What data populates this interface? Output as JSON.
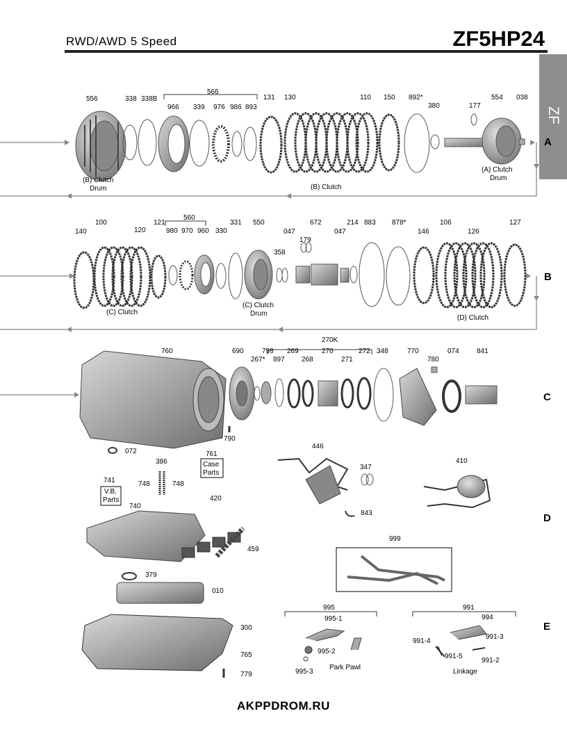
{
  "header": {
    "subtitle": "RWD/AWD  5  Speed",
    "title": "ZF5HP24",
    "tab": "ZF"
  },
  "footer": "AKPPDROM.RU",
  "sections": [
    "A",
    "B",
    "C",
    "D",
    "E"
  ],
  "labels": {
    "556": "556",
    "338": "338",
    "338B": "338B",
    "566": "566",
    "966": "966",
    "339": "339",
    "976": "976",
    "986": "986",
    "893": "893",
    "131": "131",
    "130": "130",
    "110": "110",
    "150": "150",
    "892": "892*",
    "380": "380",
    "177": "177",
    "554": "554",
    "038": "038",
    "b_clutch_drum": "(B) Clutch",
    "b_clutch_drum2": "Drum",
    "b_clutch": "(B) Clutch",
    "a_clutch_drum": "(A) Clutch",
    "a_clutch_drum2": "Drum",
    "140": "140",
    "100": "100",
    "120": "120",
    "121": "121",
    "560": "560",
    "980": "980",
    "970": "970",
    "960": "960",
    "330": "330",
    "331": "331",
    "550": "550",
    "358": "358",
    "047a": "047",
    "179": "179",
    "672": "672",
    "047b": "047",
    "214": "214",
    "883": "883",
    "878": "878*",
    "146": "146",
    "106": "106",
    "126": "126",
    "127": "127",
    "c_clutch": "(C) Clutch",
    "c_clutch_drum": "(C) Clutch",
    "c_clutch_drum2": "Drum",
    "d_clutch": "(D) Clutch",
    "760": "760",
    "690": "690",
    "267": "267*",
    "798": "798",
    "897": "897",
    "270K": "270K",
    "269": "269",
    "268": "268",
    "270": "270",
    "271": "271",
    "272": "272",
    "348": "348",
    "770": "770",
    "780": "780",
    "074": "074",
    "841": "841",
    "790": "790",
    "072": "072",
    "761": "761",
    "case_parts": "Case",
    "case_parts2": "Parts",
    "386": "386",
    "748a": "748",
    "748b": "748",
    "741": "741",
    "vb_parts": "V.B.",
    "vb_parts2": "Parts",
    "740": "740",
    "420": "420",
    "459": "459",
    "379": "379",
    "010": "010",
    "300": "300",
    "765": "765",
    "779": "779",
    "446": "446",
    "347": "347",
    "843": "843",
    "410": "410",
    "999": "999",
    "995": "995",
    "995-1": "995-1",
    "995-2": "995-2",
    "995-3": "995-3",
    "park_pawl": "Park Pawl",
    "991": "991",
    "994": "994",
    "991-3": "991-3",
    "991-4": "991-4",
    "991-5": "991-5",
    "991-2": "991-2",
    "linkage": "Linkage"
  }
}
